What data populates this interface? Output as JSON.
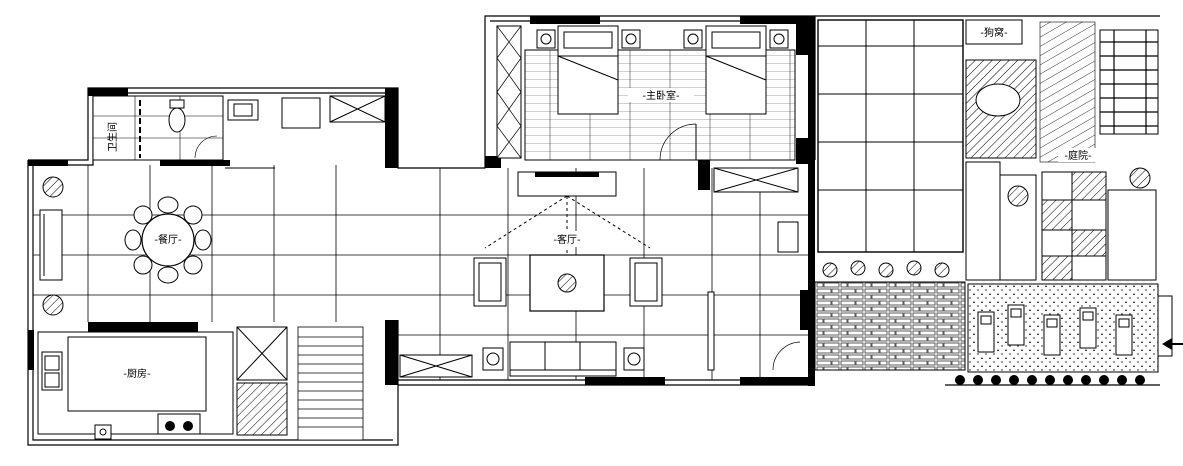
{
  "plan": {
    "rooms": {
      "dining": "-餐厅-",
      "living": "-客厅-",
      "kitchen": "-厨房-",
      "master_bedroom": "-主卧室-",
      "bathroom": "卫生间",
      "kennel": "-狗窝-",
      "garden": "-庭院-"
    },
    "legend": {
      "entry_arrow": "arrow-left-icon"
    }
  }
}
